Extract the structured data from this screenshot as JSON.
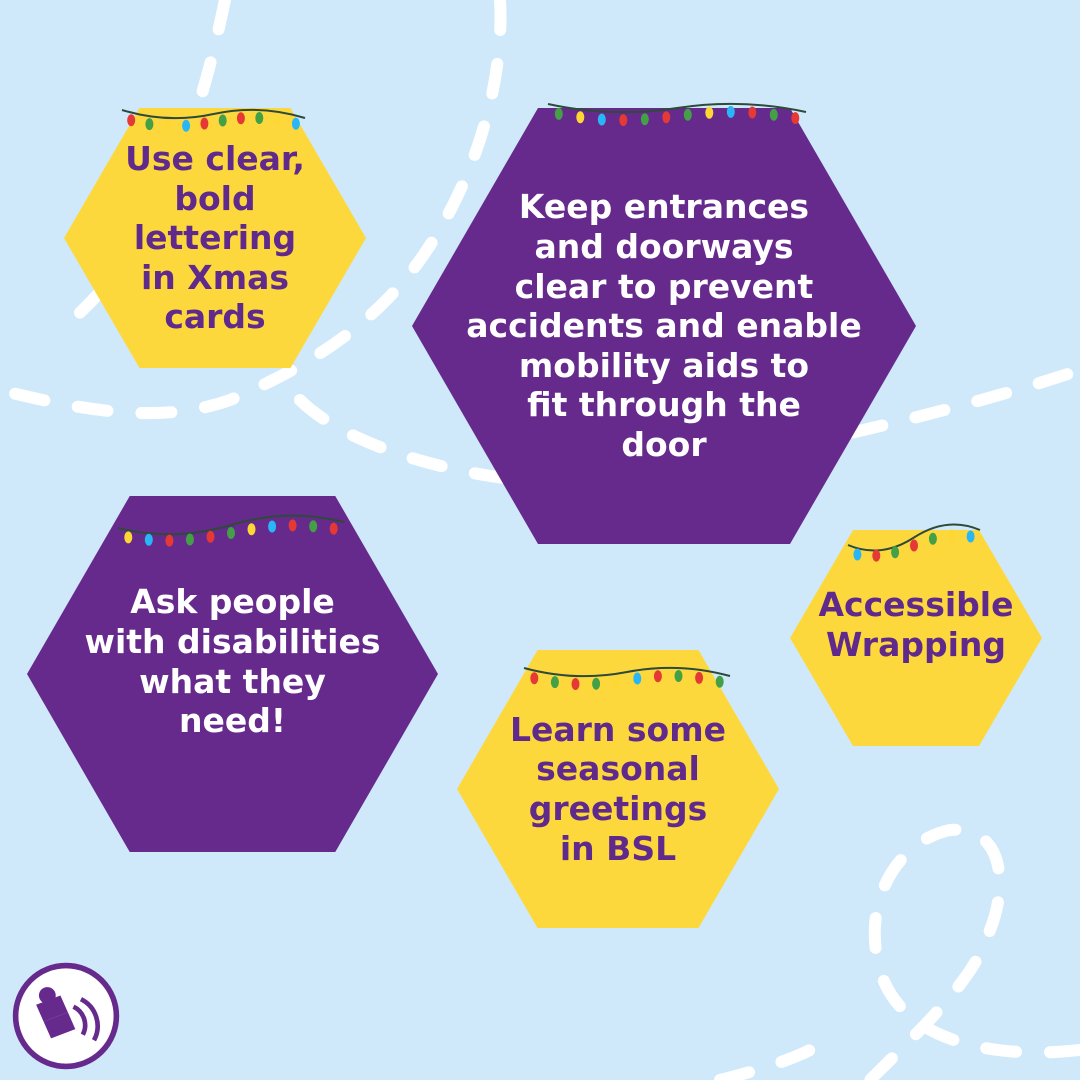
{
  "tips": [
    {
      "text": "Use clear,\nbold\nlettering\nin Xmas\ncards",
      "style": "yellow"
    },
    {
      "text": "Keep entrances\nand doorways\nclear to prevent\naccidents and enable\nmobility aids to\nfit through the\ndoor",
      "style": "purple"
    },
    {
      "text": "Ask people\nwith disabilities\nwhat they\nneed!",
      "style": "purple"
    },
    {
      "text": "Accessible\nWrapping",
      "style": "yellow"
    },
    {
      "text": "Learn some\nseasonal\ngreetings\nin BSL",
      "style": "yellow"
    }
  ],
  "colors": {
    "background": "#cfe9fb",
    "yellow": "#fdd83d",
    "purple": "#66298c",
    "white": "#ffffff",
    "bulbs": [
      "#e53935",
      "#43a047",
      "#fdd835",
      "#29b6f6",
      "#e53935",
      "#43a047"
    ]
  },
  "logo": {
    "icon": "bee-sound-logo-icon"
  }
}
